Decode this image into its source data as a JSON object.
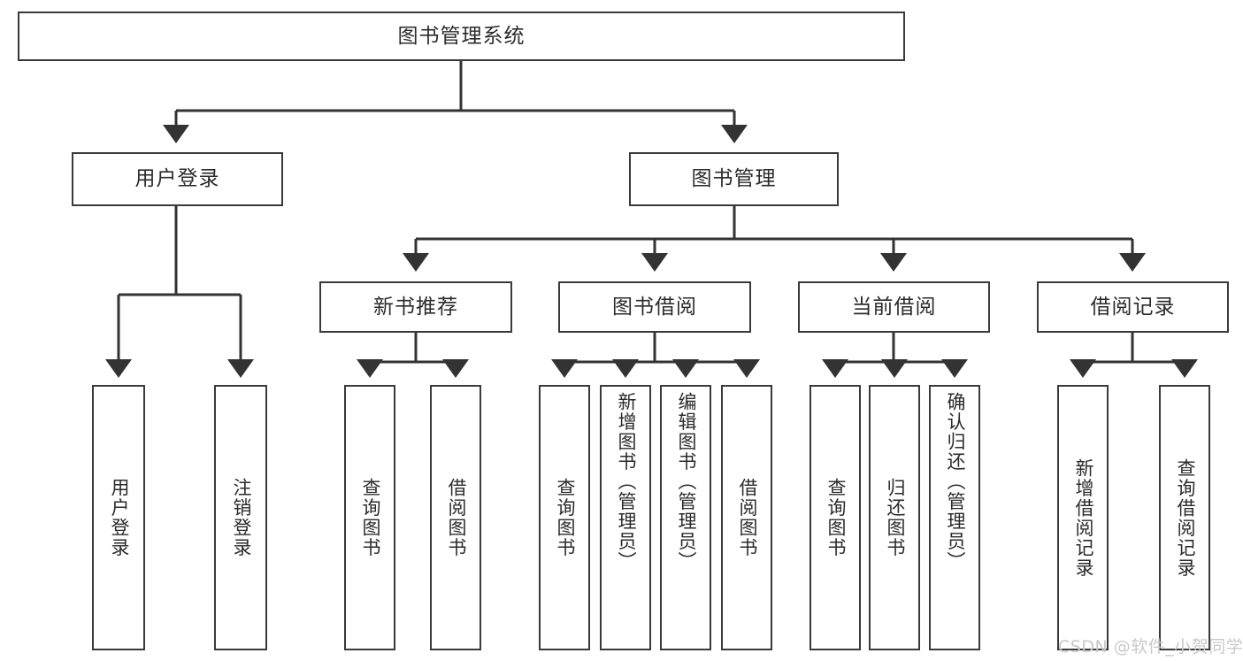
{
  "diagram": {
    "type": "tree-hierarchy-chart",
    "title_node": "图书管理系统",
    "orientation": "top-down",
    "edge_style": "orthogonal-elbow-with-arrowheads",
    "colors": {
      "box_border": "#3a3a3a",
      "box_fill": "#ffffff",
      "edge": "#333333",
      "text": "#2b2b2b",
      "watermark": "#c9c9c9",
      "background": "#ffffff"
    },
    "levels": [
      {
        "level": 1,
        "nodes": [
          {
            "id": "root",
            "label": "图书管理系统",
            "writing": "horizontal"
          }
        ]
      },
      {
        "level": 2,
        "nodes": [
          {
            "id": "user-login",
            "label": "用户登录",
            "writing": "horizontal",
            "parent": "root"
          },
          {
            "id": "book-manage",
            "label": "图书管理",
            "writing": "horizontal",
            "parent": "root"
          }
        ]
      },
      {
        "level": 3,
        "nodes": [
          {
            "id": "new-book-rec",
            "label": "新书推荐",
            "writing": "horizontal",
            "parent": "book-manage"
          },
          {
            "id": "book-borrow",
            "label": "图书借阅",
            "writing": "horizontal",
            "parent": "book-manage"
          },
          {
            "id": "current-borrow",
            "label": "当前借阅",
            "writing": "horizontal",
            "parent": "book-manage"
          },
          {
            "id": "borrow-record",
            "label": "借阅记录",
            "writing": "horizontal",
            "parent": "book-manage"
          }
        ]
      },
      {
        "level": 4,
        "nodes": [
          {
            "id": "leaf-user-login",
            "label": "用户登录",
            "writing": "vertical",
            "parent": "user-login"
          },
          {
            "id": "leaf-user-logout",
            "label": "注销登录",
            "writing": "vertical",
            "parent": "user-login"
          },
          {
            "id": "leaf-query-book-1",
            "label": "查询图书",
            "writing": "vertical",
            "parent": "new-book-rec"
          },
          {
            "id": "leaf-borrow-book-1",
            "label": "借阅图书",
            "writing": "vertical",
            "parent": "new-book-rec"
          },
          {
            "id": "leaf-query-book-2",
            "label": "查询图书",
            "writing": "vertical",
            "parent": "book-borrow"
          },
          {
            "id": "leaf-add-book",
            "label": "新增图书（管理员）",
            "writing": "vertical",
            "parent": "book-borrow"
          },
          {
            "id": "leaf-edit-book",
            "label": "编辑图书（管理员）",
            "writing": "vertical",
            "parent": "book-borrow"
          },
          {
            "id": "leaf-borrow-book-2",
            "label": "借阅图书",
            "writing": "vertical",
            "parent": "book-borrow"
          },
          {
            "id": "leaf-query-book-3",
            "label": "查询图书",
            "writing": "vertical",
            "parent": "current-borrow"
          },
          {
            "id": "leaf-return-book",
            "label": "归还图书",
            "writing": "vertical",
            "parent": "current-borrow"
          },
          {
            "id": "leaf-confirm-return",
            "label": "确认归还（管理员）",
            "writing": "vertical",
            "parent": "current-borrow"
          },
          {
            "id": "leaf-add-record",
            "label": "新增借阅记录",
            "writing": "vertical",
            "parent": "borrow-record"
          },
          {
            "id": "leaf-query-record",
            "label": "查询借阅记录",
            "writing": "vertical",
            "parent": "borrow-record"
          }
        ]
      }
    ]
  },
  "watermark": {
    "text": "CSDN @软件_小贺同学"
  }
}
